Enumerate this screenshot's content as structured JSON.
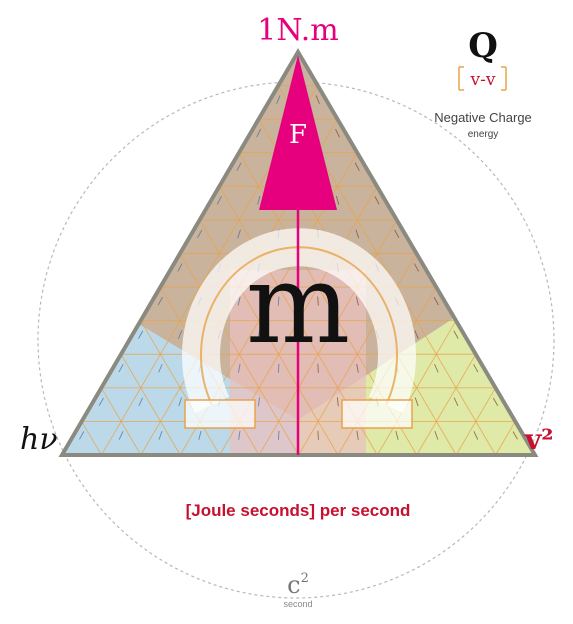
{
  "labels": {
    "top": "1N.m",
    "force": "F",
    "mass": "m",
    "left": "hν",
    "right": "v²",
    "bottom_caption": "[Joule seconds] per second",
    "bottom_symbol": "c",
    "bottom_exponent": "2",
    "bottom_sub": "second"
  },
  "legend": {
    "symbol": "Q",
    "formula_v1": "v",
    "formula_dash": "-",
    "formula_v2": "v",
    "line1": "Negative Charge",
    "line2": "energy"
  },
  "colors": {
    "magenta": "#e6007e",
    "red": "#c8102e",
    "orange": "#e8a24a",
    "frame": "#8a8a80",
    "blue_fill": "#bcd9ea",
    "green_fill": "#dfe9a8",
    "brown_fill": "#c9b39c",
    "circle": "#b8b8b8"
  },
  "icons": {
    "omega": "omega-symbol",
    "arrow": "force-arrow"
  }
}
